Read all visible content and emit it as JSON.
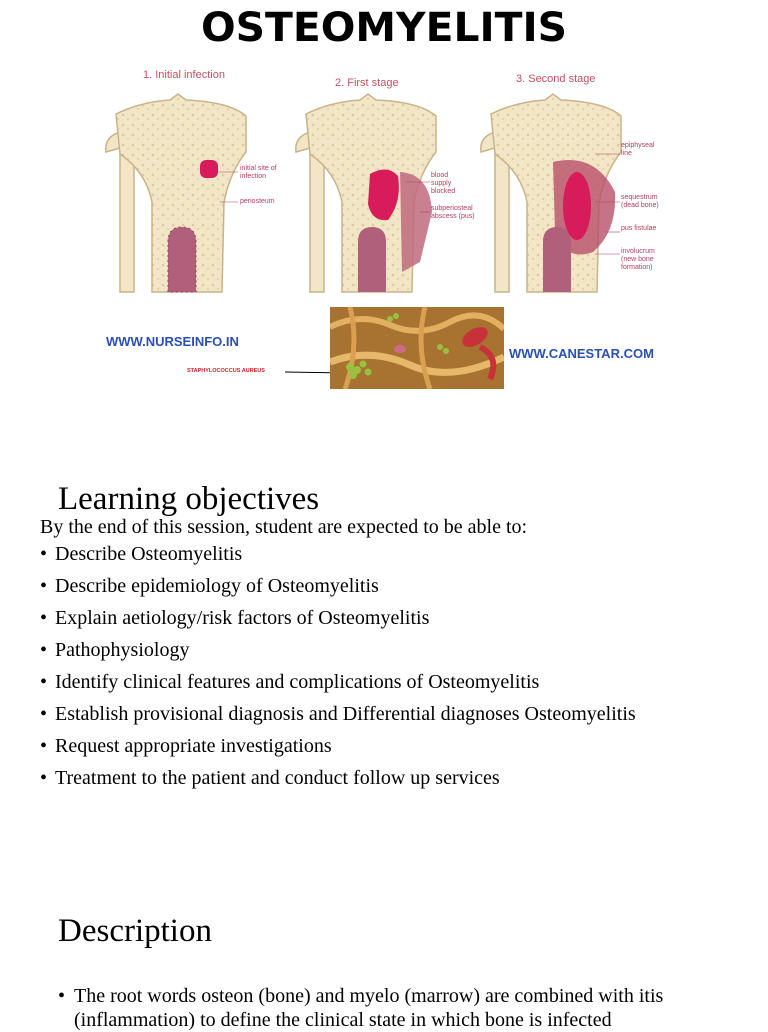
{
  "poster": {
    "title": "OSTEOMYELITIS",
    "stages": [
      {
        "label": "1. Initial infection"
      },
      {
        "label": "2. First stage"
      },
      {
        "label": "3. Second stage"
      }
    ],
    "annotations": {
      "initial_site": "initial site of infection",
      "periosteum": "periosteum",
      "blood_supply": "blood supply blocked",
      "subperiosteal": "subperiosteal abscess (pus)",
      "epiphyseal": "epiphyseal line",
      "sequestrum": "sequestrum (dead bone)",
      "pus_fistulae": "pus fistulae",
      "involucrum": "involucrum (new bone formation)"
    },
    "site_left": "WWW.NURSEINFO.IN",
    "site_right": "WWW.CANESTAR.COM",
    "bacteria_label": "STAPHYLOCOCCUS AUREUS",
    "colors": {
      "bone": "#f2e6c6",
      "bone_edge": "#c9b48a",
      "infection": "#d81b5a",
      "abscess": "#b8506a",
      "marrow": "#b0607a"
    }
  },
  "objectives": {
    "heading": "Learning objectives",
    "intro": "By the end of this session, student are expected to be able to:",
    "bullet": "•",
    "items": [
      "Describe Osteomyelitis",
      "Describe epidemiology of Osteomyelitis",
      "Explain aetiology/risk factors of Osteomyelitis",
      "Pathophysiology",
      "Identify clinical features and complications of Osteomyelitis",
      "Establish provisional diagnosis and Differential diagnoses Osteomyelitis",
      "Request appropriate investigations",
      "Treatment to the patient and conduct follow up services"
    ]
  },
  "description": {
    "heading": "Description",
    "bullet": "•",
    "text": "The root words osteon (bone) and myelo (marrow) are combined with itis (inflammation) to define the clinical state in which bone is infected"
  }
}
